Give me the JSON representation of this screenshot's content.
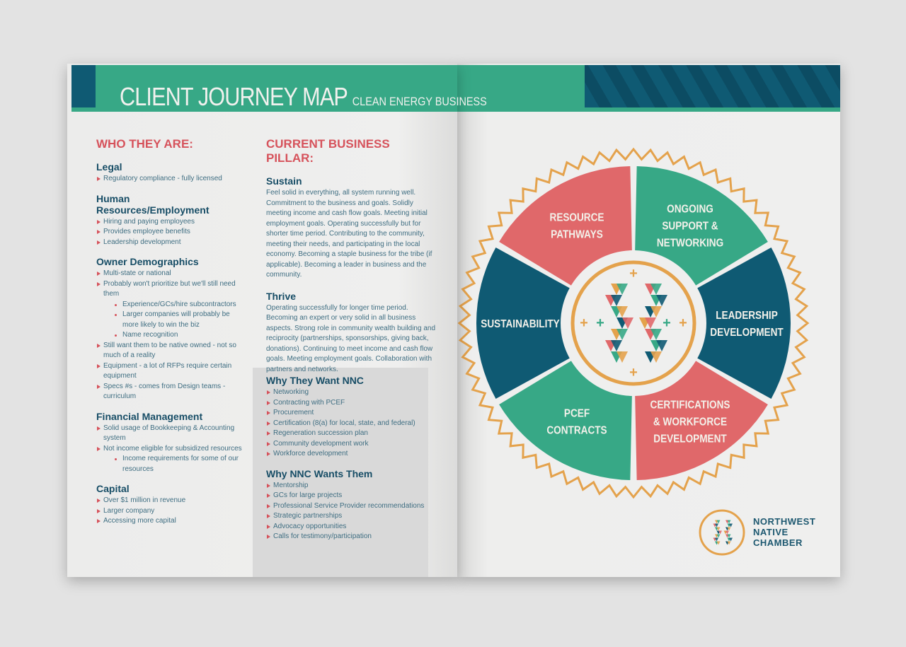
{
  "header": {
    "title": "CLIENT JOURNEY MAP",
    "subtitle": "CLEAN ENERGY BUSINESS"
  },
  "who": {
    "heading": "WHO THEY ARE:",
    "sections": [
      {
        "title": "Legal",
        "items": [
          {
            "t": "Regulatory compliance - fully licensed"
          }
        ]
      },
      {
        "title": "Human Resources/Employment",
        "items": [
          {
            "t": "Hiring and paying employees"
          },
          {
            "t": "Provides employee benefits"
          },
          {
            "t": "Leadership development"
          }
        ]
      },
      {
        "title": "Owner Demographics",
        "items": [
          {
            "t": "Multi-state or national"
          },
          {
            "t": "Probably won't prioritize but we'll still need them"
          },
          {
            "t": "Experience/GCs/hire subcontractors",
            "sub": true
          },
          {
            "t": "Larger companies will probably be more likely to win the biz",
            "sub": true
          },
          {
            "t": "Name recognition",
            "sub": true
          },
          {
            "t": "Still want them to be native owned - not so much of a reality"
          },
          {
            "t": "Equipment - a lot of RFPs require certain equipment"
          },
          {
            "t": "Specs #s - comes from Design teams - curriculum"
          }
        ]
      },
      {
        "title": "Financial Management",
        "items": [
          {
            "t": "Solid usage of Bookkeeping & Accounting system"
          },
          {
            "t": "Not income eligible for subsidized resources"
          },
          {
            "t": "Income requirements for some of our resources",
            "sub": true
          }
        ]
      },
      {
        "title": "Capital",
        "items": [
          {
            "t": "Over $1 million in revenue"
          },
          {
            "t": "Larger company"
          },
          {
            "t": "Accessing more capital"
          }
        ]
      }
    ]
  },
  "pillar": {
    "heading": "CURRENT BUSINESS PILLAR:",
    "sustain_title": "Sustain",
    "sustain_text": "Feel solid in everything, all system running well. Commitment to the business and goals. Solidly meeting income and cash flow goals. Meeting initial employment goals. Operating successfully but for shorter time period. Contributing to the community, meeting their needs, and participating in the local economy. Becoming a staple business for the tribe (if applicable). Becoming a leader in business and the community.",
    "thrive_title": "Thrive",
    "thrive_text": "Operating successfully for longer time period. Becoming an expert or very solid in all business aspects. Strong role in community wealth building and reciprocity (partnerships, sponsorships, giving back, donations). Continuing to meet income and cash flow goals. Meeting employment goals. Collaboration with partners and networks."
  },
  "why_they": {
    "title": "Why They Want NNC",
    "items": [
      "Networking",
      "Contracting with PCEF",
      "Procurement",
      "Certification (8(a) for local, state, and federal)",
      "Regeneration succession plan",
      "Community development work",
      "Workforce development"
    ]
  },
  "why_nnc": {
    "title": "Why NNC Wants Them",
    "items": [
      "Mentorship",
      "GCs for large projects",
      "Professional Service Provider recommendations",
      "Strategic partnerships",
      "Advocacy opportunities",
      "Calls for testimony/participation"
    ]
  },
  "wheel": {
    "segments": [
      {
        "label": [
          "ONGOING",
          "SUPPORT &",
          "NETWORKING"
        ],
        "color": "#37a886"
      },
      {
        "label": [
          "LEADERSHIP",
          "DEVELOPMENT"
        ],
        "color": "#0f5a73"
      },
      {
        "label": [
          "CERTIFICATIONS",
          "& WORKFORCE",
          "DEVELOPMENT"
        ],
        "color": "#e0686a"
      },
      {
        "label": [
          "PCEF",
          "CONTRACTS"
        ],
        "color": "#37a886"
      },
      {
        "label": [
          "SUSTAINABILITY"
        ],
        "color": "#0f5a73"
      },
      {
        "label": [
          "RESOURCE",
          "PATHWAYS"
        ],
        "color": "#e0686a"
      }
    ],
    "accent": "#e4a24c"
  },
  "logo": {
    "line1": "NORTHWEST",
    "line2": "NATIVE",
    "line3": "CHAMBER"
  }
}
